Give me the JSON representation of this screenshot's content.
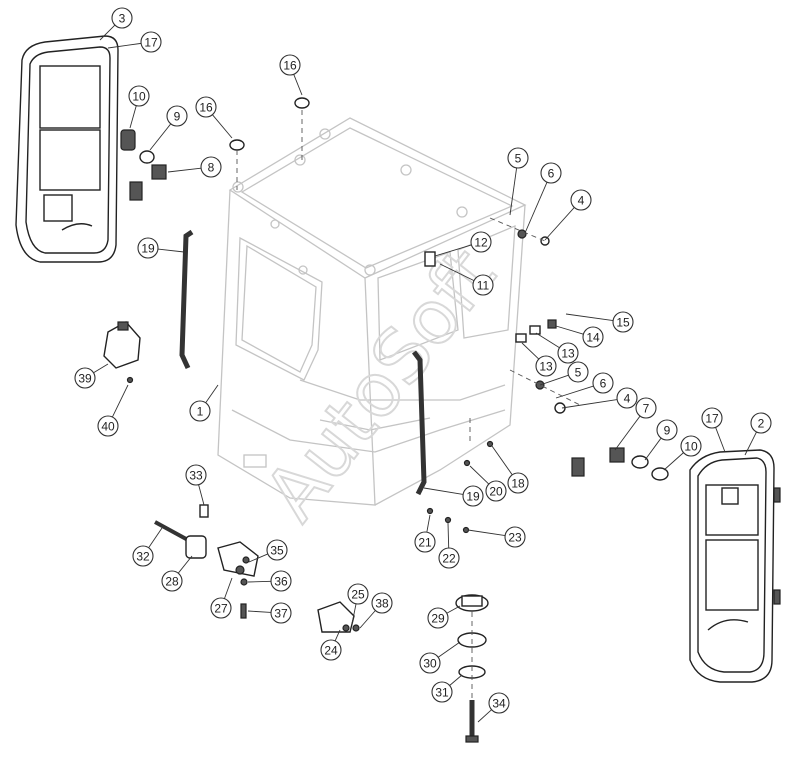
{
  "watermark": "AutoSoft",
  "callouts": [
    "1",
    "2",
    "3",
    "4",
    "4",
    "5",
    "5",
    "6",
    "6",
    "7",
    "8",
    "9",
    "9",
    "10",
    "10",
    "11",
    "12",
    "13",
    "13",
    "14",
    "15",
    "16",
    "16",
    "17",
    "17",
    "18",
    "19",
    "19",
    "20",
    "21",
    "22",
    "23",
    "24",
    "25",
    "27",
    "28",
    "29",
    "30",
    "31",
    "32",
    "33",
    "34",
    "35",
    "36",
    "37",
    "38",
    "39",
    "40"
  ]
}
